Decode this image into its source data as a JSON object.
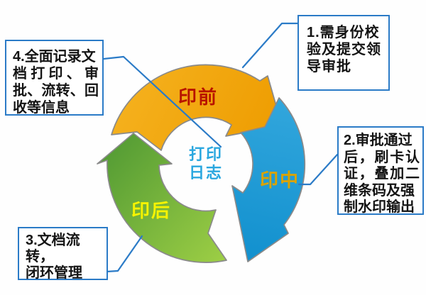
{
  "diagram": {
    "title_hint": "print-workflow-cycle",
    "center_label": {
      "line1": "打印",
      "line2": "日志"
    },
    "arrows": [
      {
        "id": "pre-print",
        "label": "印前",
        "label_color": "#b81300"
      },
      {
        "id": "in-print",
        "label": "印中",
        "label_color": "#d9a300"
      },
      {
        "id": "post-print",
        "label": "印后",
        "label_color": "#f7f400"
      }
    ],
    "callouts": [
      {
        "id": "1",
        "text": "1.需身份校验及提交领导审批",
        "lines": [
          "1.需身份校",
          "验及提交领",
          "导审批"
        ]
      },
      {
        "id": "2",
        "text": "2.审批通过后，刷卡认证，叠加二维条码及强制水印输出",
        "lines": [
          "2.审批通过",
          "后，刷卡认",
          "证，叠加二",
          "维条码及强",
          "制水印输出"
        ]
      },
      {
        "id": "3",
        "text": "3.文档流转，闭环管理",
        "lines": [
          "3.文档流转，",
          "闭环管理"
        ]
      },
      {
        "id": "4",
        "text": "4.全面记录文档打印、审批、流转、回收等信息",
        "lines": [
          "4.全面记录文",
          "档打印、审",
          "批、流转、回",
          "收等信息"
        ]
      }
    ]
  },
  "colors": {
    "background": "#fefefe",
    "arrow_orange_light": "#f5b21f",
    "arrow_orange_dark": "#ee9c00",
    "arrow_blue_light": "#33a7dd",
    "arrow_blue_dark": "#1190ce",
    "arrow_green_light": "#9ecf45",
    "arrow_green_dark": "#539b34",
    "arrow_outline": "#8a8a8a",
    "callout_border": "#2b7bc7",
    "leader_line": "#2b7bc7",
    "label_pre": "#b81300",
    "label_mid": "#d9a300",
    "label_post": "#f7f400",
    "center_text": "#2aa7df",
    "callout_text": "#141414"
  }
}
